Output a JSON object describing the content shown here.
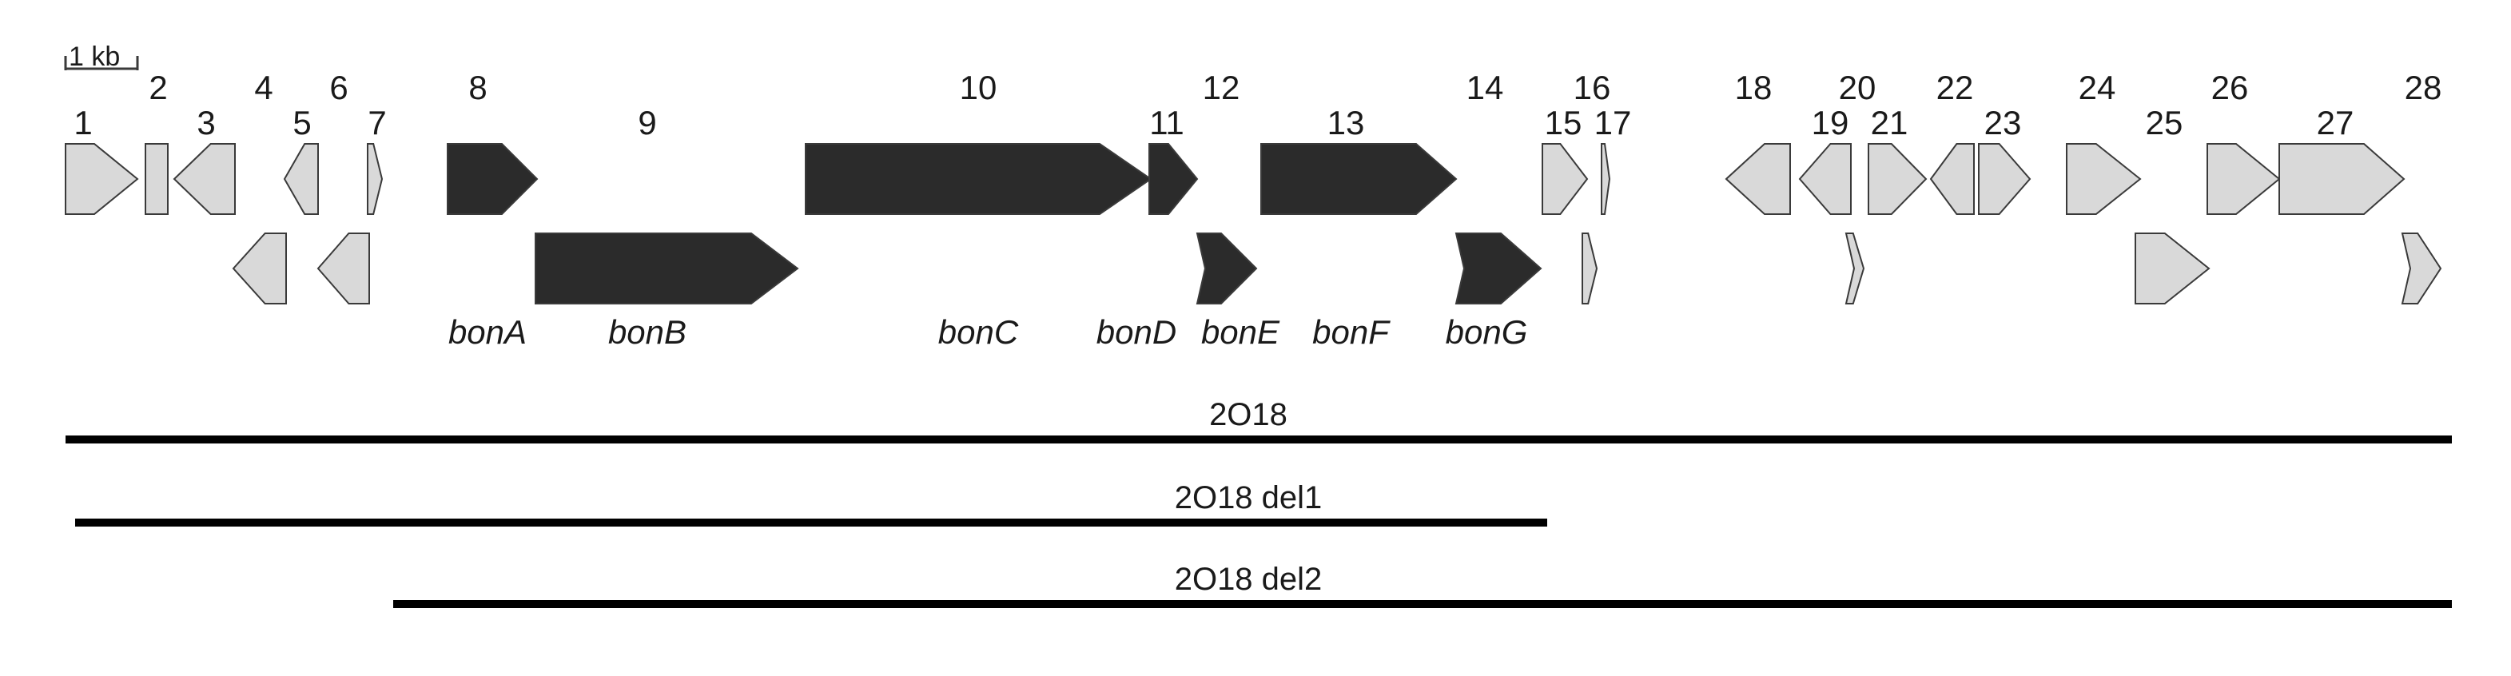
{
  "scale_bar": {
    "label": "1 kb"
  },
  "colors": {
    "bon_gene": "#2b2b2b",
    "other_gene": "#d9d9d9",
    "outline": "#3a3a3a",
    "line": "#000000"
  },
  "genes": [
    {
      "num": "1",
      "name": "",
      "type": "other",
      "strand": "+",
      "row": "top"
    },
    {
      "num": "2",
      "name": "",
      "type": "other",
      "strand": "none",
      "row": "top"
    },
    {
      "num": "3",
      "name": "",
      "type": "other",
      "strand": "-",
      "row": "top"
    },
    {
      "num": "4",
      "name": "",
      "type": "other",
      "strand": "-",
      "row": "bottom"
    },
    {
      "num": "5",
      "name": "",
      "type": "other",
      "strand": "-",
      "row": "top"
    },
    {
      "num": "6",
      "name": "",
      "type": "other",
      "strand": "-",
      "row": "bottom"
    },
    {
      "num": "7",
      "name": "",
      "type": "other",
      "strand": "+",
      "row": "top"
    },
    {
      "num": "8",
      "name": "bonA",
      "type": "bon",
      "strand": "+",
      "row": "top"
    },
    {
      "num": "9",
      "name": "bonB",
      "type": "bon",
      "strand": "+",
      "row": "bottom"
    },
    {
      "num": "10",
      "name": "bonC",
      "type": "bon",
      "strand": "+",
      "row": "top"
    },
    {
      "num": "11",
      "name": "bonD",
      "type": "bon",
      "strand": "+",
      "row": "top"
    },
    {
      "num": "12",
      "name": "bonE",
      "type": "bon",
      "strand": "+",
      "row": "bottom"
    },
    {
      "num": "13",
      "name": "bonF",
      "type": "bon",
      "strand": "+",
      "row": "top"
    },
    {
      "num": "14",
      "name": "bonG",
      "type": "bon",
      "strand": "+",
      "row": "bottom"
    },
    {
      "num": "15",
      "name": "",
      "type": "other",
      "strand": "+",
      "row": "top"
    },
    {
      "num": "16",
      "name": "",
      "type": "other",
      "strand": "+",
      "row": "bottom"
    },
    {
      "num": "17",
      "name": "",
      "type": "other",
      "strand": "+",
      "row": "top"
    },
    {
      "num": "18",
      "name": "",
      "type": "other",
      "strand": "-",
      "row": "top"
    },
    {
      "num": "19",
      "name": "",
      "type": "other",
      "strand": "-",
      "row": "top"
    },
    {
      "num": "20",
      "name": "",
      "type": "other",
      "strand": "+",
      "row": "bottom"
    },
    {
      "num": "21",
      "name": "",
      "type": "other",
      "strand": "+",
      "row": "top"
    },
    {
      "num": "22",
      "name": "",
      "type": "other",
      "strand": "-",
      "row": "top"
    },
    {
      "num": "23",
      "name": "",
      "type": "other",
      "strand": "+",
      "row": "top"
    },
    {
      "num": "24",
      "name": "",
      "type": "other",
      "strand": "+",
      "row": "top"
    },
    {
      "num": "25",
      "name": "",
      "type": "other",
      "strand": "+",
      "row": "bottom"
    },
    {
      "num": "26",
      "name": "",
      "type": "other",
      "strand": "+",
      "row": "top"
    },
    {
      "num": "27",
      "name": "",
      "type": "other",
      "strand": "+",
      "row": "top"
    },
    {
      "num": "28",
      "name": "",
      "type": "other",
      "strand": "+",
      "row": "bottom"
    }
  ],
  "tracks": [
    {
      "label": "2O18"
    },
    {
      "label": "2O18 del1"
    },
    {
      "label": "2O18 del2"
    }
  ]
}
